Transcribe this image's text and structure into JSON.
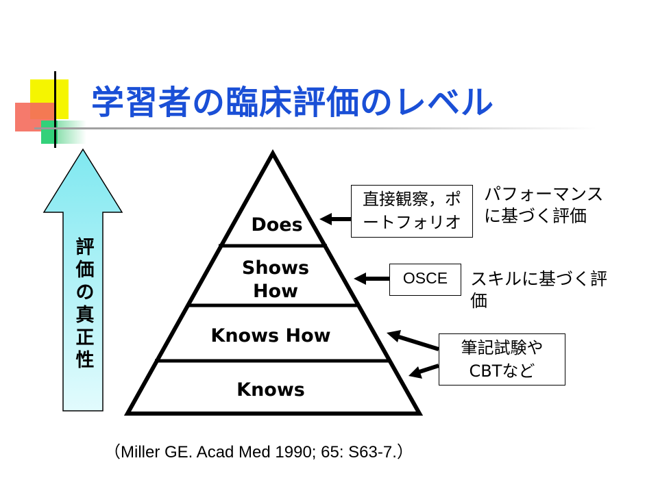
{
  "slide": {
    "title": "学習者の臨床評価のレベル"
  },
  "pyramid": {
    "tiers": [
      {
        "label": "Does"
      },
      {
        "label": "Shows How"
      },
      {
        "label": "Knows How"
      },
      {
        "label": "Knows"
      }
    ]
  },
  "axis": {
    "label": "評価の真正性"
  },
  "methods": {
    "does": "直接観察，ポートフォリオ",
    "shows_how": "OSCE",
    "knows": "筆記試験やCBTなど"
  },
  "descriptions": {
    "performance": "パフォーマンスに基づく評価",
    "skill": "スキルに基づく評価"
  },
  "citation": "（Miller GE. Acad Med 1990; 65: S63-7.）",
  "colors": {
    "title": "#1a4fd6",
    "arrow_fill": "#7fe8f0",
    "deco_yellow": "#f5f500",
    "deco_red": "#f46b5c",
    "deco_green": "#33d17a"
  }
}
